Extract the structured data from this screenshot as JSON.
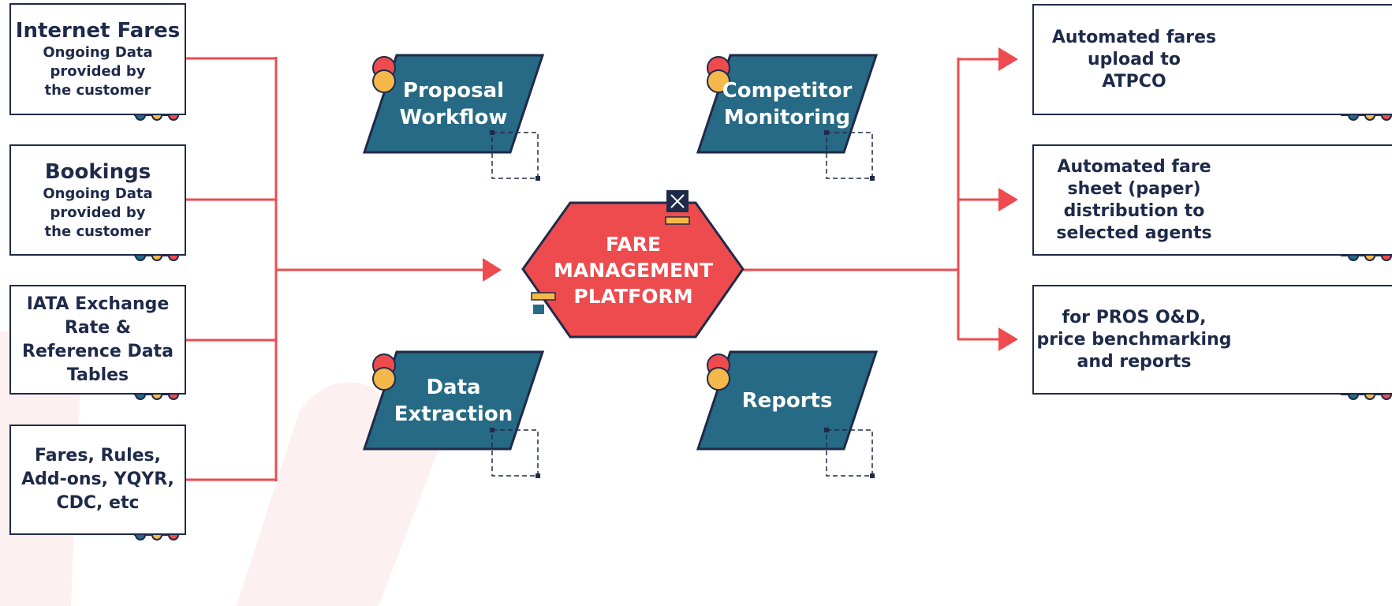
{
  "inputs": [
    {
      "title": "Internet Fares",
      "lines": [
        "Ongoing Data",
        "provided by",
        "the customer"
      ]
    },
    {
      "title": "Bookings",
      "lines": [
        "Ongoing Data",
        "provided by",
        "the customer"
      ]
    },
    {
      "lines": [
        "IATA Exchange",
        "Rate &",
        "Reference Data",
        "Tables"
      ]
    },
    {
      "lines": [
        "Fares, Rules,",
        "Add-ons, YQYR,",
        "CDC, etc"
      ]
    }
  ],
  "platform": {
    "lines": [
      "FARE",
      "MANAGEMENT",
      "PLATFORM"
    ]
  },
  "modules": {
    "proposal_workflow": [
      "Proposal",
      "Workflow"
    ],
    "competitor_monitoring": [
      "Competitor",
      "Monitoring"
    ],
    "data_extraction": [
      "Data",
      "Extraction"
    ],
    "reports": [
      "Reports"
    ]
  },
  "outputs": [
    {
      "lines": [
        "Automated fares",
        "upload to",
        "ATPCO"
      ]
    },
    {
      "lines": [
        "Automated fare",
        "sheet (paper)",
        "distribution to",
        "selected agents"
      ]
    },
    {
      "lines": [
        "for PROS O&D,",
        "price benchmarking",
        "and reports"
      ]
    }
  ],
  "colors": {
    "navy": "#1f2a4a",
    "teal": "#266a85",
    "red": "#ee4b4f",
    "yellow": "#f5b84a"
  }
}
